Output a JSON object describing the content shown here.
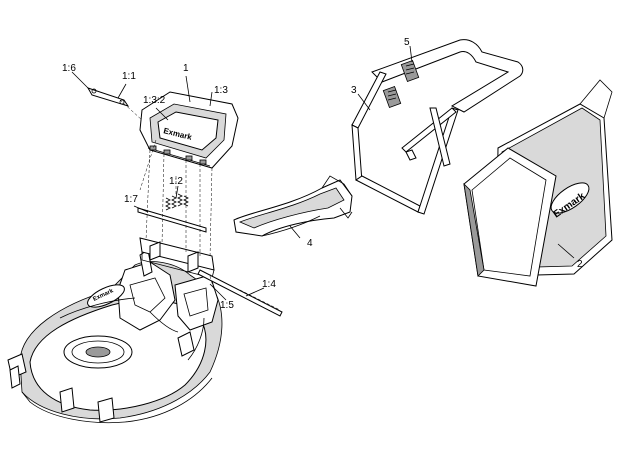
{
  "diagram": {
    "callouts": {
      "c1": "1",
      "c1_1": "1:1",
      "c1_2": "1:2",
      "c1_3": "1:3",
      "c1_3_2": "1:3:2",
      "c1_4": "1:4",
      "c1_5": "1:5",
      "c1_6": "1:6",
      "c1_7": "1:7",
      "c2": "2",
      "c3": "3",
      "c4": "4",
      "c5": "5"
    },
    "brand_logo_text": "Exmark"
  }
}
